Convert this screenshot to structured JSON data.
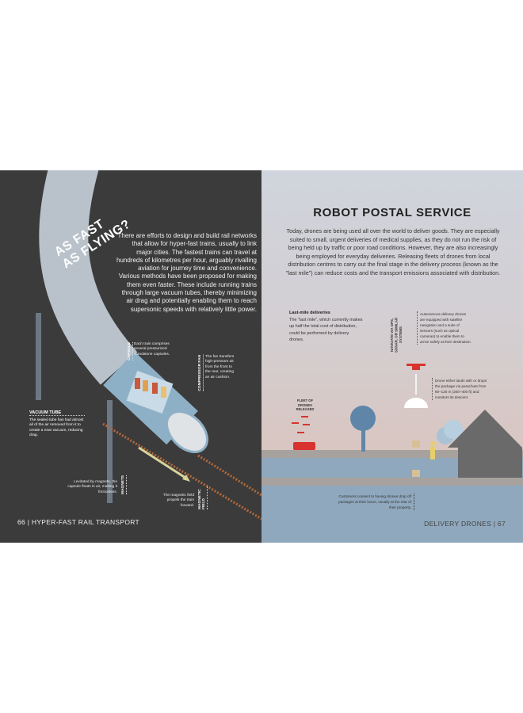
{
  "left_page": {
    "heading_line1": "AS FAST",
    "heading_line2": "AS FLYING?",
    "body": "There are efforts to design and build rail networks that allow for hyper-fast trains, usually to link major cities. The fastest trains can travel at hundreds of kilometres per hour, arguably rivalling aviation for journey time and convenience. Various methods have been proposed for making them even faster. These include running trains through large vacuum tubes, thereby minimizing air drag and potentially enabling them to reach supersonic speeds with relatively little power.",
    "capsule": {
      "label": "CAPSULE",
      "text": "Each train comprises several pressurized standalone capsules."
    },
    "compressor_fan": {
      "label": "COMPRESSOR FAN",
      "text": "The fan transfers high-pressure air from the front to the rear, creating an air cushion."
    },
    "vacuum_tube": {
      "label": "VACUUM TUBE",
      "text": "The sealed tube has had almost all of the air removed from it to create a near vacuum, reducing drag."
    },
    "magnets": {
      "label": "MAGNETS",
      "text": "Levitated by magnets, the capsule floats in air, making it frictionless."
    },
    "magnetic_field": {
      "label": "MAGNETIC FIELD",
      "text": "The magnetic field propels the train forward."
    },
    "footer": "66 | HYPER-FAST RAIL TRANSPORT"
  },
  "right_page": {
    "title": "ROBOT POSTAL SERVICE",
    "body": "Today, drones are being used all over the world to deliver goods. They are especially suited to small, urgent deliveries of medical supplies, as they do not run the risk of being held up by traffic or poor road conditions. However, they are also increasingly being employed for everyday deliveries. Releasing fleets of drones from local distribution centres to carry out the final stage in the delivery process (known as the \"last mile\") can reduce costs and the transport emissions associated with distribution.",
    "last_mile": {
      "heading": "Last-mile deliveries",
      "text": "The \"last mile\", which currently makes up half the total cost of distribution, could be performed by delivery drones."
    },
    "navigate": {
      "label": "NAVIGATE VIA GPS, SONAR, OR SIMILAR SYSTEMS",
      "text": "Autonomous delivery drones are equipped with satellite navigation and a suite of sensors (such as optical cameras) to enable them to arrive safely at their destination."
    },
    "drop": {
      "text": "Drone either lands with or drops the package via parachute from 60–120 m (200–400 ft) and monitors its descent."
    },
    "fleet": {
      "label": "FLEET OF DRONES RELEASED"
    },
    "consent": {
      "text": "Customers consent to having drones drop off packages at their home, usually at the rear of their property."
    },
    "footer": "DELIVERY DRONES | 67"
  },
  "colors": {
    "left_bg": "#3b3b3b",
    "tube": "#b9c2ca",
    "drone_red": "#d8332e",
    "water": "#8fa8bd",
    "house": "#6a6a6a",
    "tree": "#5f86a8"
  }
}
